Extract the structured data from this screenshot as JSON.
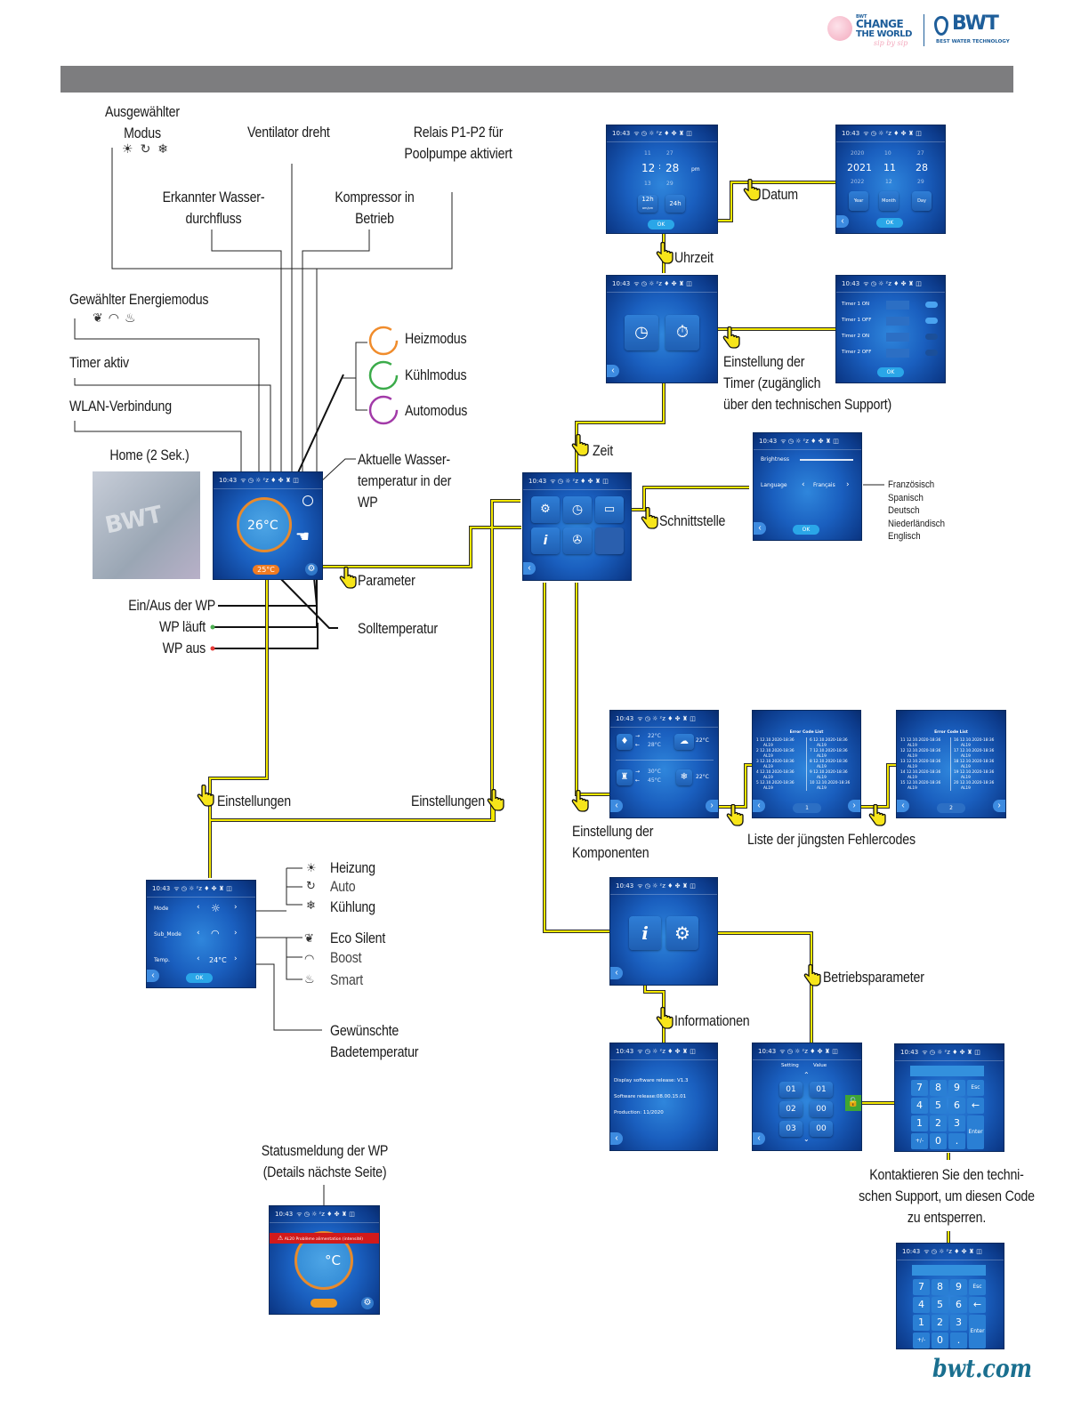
{
  "branding": {
    "campaign": {
      "line1": "CHANGE",
      "line2": "THE WORLD",
      "tagline": "sip by sip",
      "small": "BWT"
    },
    "brand": {
      "name": "BWT",
      "subtitle": "BEST WATER TECHNOLOGY"
    },
    "footer_url": "bwt.com",
    "colors": {
      "brand_blue": "#1e5e9a",
      "campaign_pink": "#f3a9bd",
      "connector_yellow": "#f4e800",
      "header_bar": "#7d7d7f"
    }
  },
  "annotations": {
    "selected_mode": {
      "line1": "Ausgewählter",
      "line2": "Modus"
    },
    "fan_running": "Ventilator dreht",
    "relay": {
      "line1": "Relais P1-P2 für",
      "line2": "Poolpumpe aktiviert"
    },
    "water_flow": {
      "line1": "Erkannter Wasser-",
      "line2": "durchfluss"
    },
    "compressor": {
      "line1": "Kompressor in",
      "line2": "Betrieb"
    },
    "energy_mode": "Gewählter Energiemodus",
    "timer_active": "Timer aktiv",
    "wifi": "WLAN-Verbindung",
    "home": "Home (2 Sek.)",
    "heat_mode": "Heizmodus",
    "cool_mode": "Kühlmodus",
    "auto_mode": "Automodus",
    "current_temp": {
      "line1": "Aktuelle Wasser-",
      "line2": "temperatur in der",
      "line3": "WP"
    },
    "parameter": "Parameter",
    "on_off": "Ein/Aus der WP",
    "running": "WP läuft",
    "off": "WP aus",
    "setpoint": "Solltemperatur",
    "settings_left": "Einstellungen",
    "settings_right": "Einstellungen",
    "time": "Zeit",
    "clock": "Uhrzeit",
    "date": "Datum",
    "timer_setting": {
      "line1": "Einstellung der",
      "line2": "Timer (zugänglich",
      "line3": "über den technischen Support)"
    },
    "interface": "Schnittstelle",
    "languages": [
      "Französisch",
      "Spanisch",
      "Deutsch",
      "Niederländisch",
      "Englisch"
    ],
    "components": {
      "line1": "Einstellung der",
      "line2": "Komponenten"
    },
    "error_list": "Liste der jüngsten Fehlercodes",
    "heating": "Heizung",
    "auto": "Auto",
    "cooling": "Kühlung",
    "eco_silent": "Eco Silent",
    "boost": "Boost",
    "smart": "Smart",
    "desired_temp": {
      "line1": "Gewünschte",
      "line2": "Badetemperatur"
    },
    "operating_params": "Betriebsparameter",
    "information": "Informationen",
    "support": {
      "line1": "Kontaktieren Sie den techni-",
      "line2": "schen Support, um diesen Code",
      "line3": "zu entsperren."
    },
    "status_msg": {
      "line1": "Statusmeldung der WP",
      "line2": "(Details nächste Seite)"
    }
  },
  "screens": {
    "status_time": "10:43",
    "home": {
      "current_temp": "26°C",
      "setpoint": "25°C"
    },
    "clock": {
      "hour_prev": "11",
      "hour": "12",
      "hour_next": "13",
      "min_prev": "27",
      "min": "28",
      "min_next": "29",
      "ampm": "pm",
      "btn_12h": "12h",
      "btn_12h_sub": "am/pm",
      "btn_24h": "24h",
      "ok": "OK"
    },
    "date": {
      "year_prev": "2020",
      "year": "2021",
      "year_next": "2022",
      "month_prev": "10",
      "month": "11",
      "month_next": "12",
      "day_prev": "27",
      "day": "28",
      "day_next": "29",
      "year_btn": "Year",
      "month_btn": "Month",
      "day_btn": "Day",
      "ok": "OK"
    },
    "timers": {
      "rows": [
        {
          "label": "Timer 1 ON",
          "on": true
        },
        {
          "label": "Timer 1 OFF",
          "on": true
        },
        {
          "label": "Timer 2 ON",
          "on": false
        },
        {
          "label": "Timer 2 OFF",
          "on": false
        }
      ],
      "ok": "OK"
    },
    "interface": {
      "brightness": "Brightness",
      "language": "Language",
      "language_value": "Français",
      "ok": "OK"
    },
    "components": {
      "water_in": "22°C",
      "water_out": "28°C",
      "air": "22°C",
      "hp_in": "30°C",
      "hp_out": "45°C",
      "coil": "22°C"
    },
    "errors_p1": {
      "title": "Error Code List",
      "page": "1",
      "entries": [
        {
          "n": "1",
          "date": "12.10.2020-18:36",
          "code": "AL19"
        },
        {
          "n": "2",
          "date": "12.10.2020-18:36",
          "code": "AL19"
        },
        {
          "n": "3",
          "date": "12.10.2020-18:36",
          "code": "AL19"
        },
        {
          "n": "4",
          "date": "12.10.2020-18:36",
          "code": "AL19"
        },
        {
          "n": "5",
          "date": "12.10.2020-18:36",
          "code": "AL19"
        },
        {
          "n": "6",
          "date": "12.10.2020-18:36",
          "code": "AL19"
        },
        {
          "n": "7",
          "date": "12.10.2020-18:36",
          "code": "AL19"
        },
        {
          "n": "8",
          "date": "12.10.2020-18:36",
          "code": "AL19"
        },
        {
          "n": "9",
          "date": "12.10.2020-18:36",
          "code": "AL19"
        },
        {
          "n": "10",
          "date": "12.10.2020-18:36",
          "code": "AL19"
        }
      ]
    },
    "errors_p2": {
      "title": "Error Code List",
      "page": "2",
      "entries": [
        {
          "n": "11",
          "date": "12.10.2020-18:36",
          "code": "AL19"
        },
        {
          "n": "12",
          "date": "12.10.2020-18:36",
          "code": "AL19"
        },
        {
          "n": "13",
          "date": "12.10.2020-18:36",
          "code": "AL19"
        },
        {
          "n": "14",
          "date": "12.10.2020-18:36",
          "code": "AL19"
        },
        {
          "n": "15",
          "date": "12.10.2020-18:36",
          "code": "AL19"
        },
        {
          "n": "16",
          "date": "12.10.2020-18:36",
          "code": "AL19"
        },
        {
          "n": "17",
          "date": "12.10.2020-18:36",
          "code": "AL19"
        },
        {
          "n": "18",
          "date": "12.10.2020-18:36",
          "code": "AL19"
        },
        {
          "n": "19",
          "date": "12.10.2020-18:36",
          "code": "AL19"
        },
        {
          "n": "20",
          "date": "12.10.2020-18:36",
          "code": "AL19"
        }
      ]
    },
    "mode": {
      "mode_label": "Mode",
      "sub_mode_label": "Sub_Mode",
      "temp_label": "Temp.",
      "temp_value": "24°C",
      "ok": "OK"
    },
    "info": {
      "display_sw": "Display software release: V1.3",
      "sw": "Software release:08.00.15.01",
      "production": "Production: 11/2020"
    },
    "params": {
      "col1": "Setting",
      "col2": "Value",
      "rows": [
        {
          "s": "01",
          "v": "01"
        },
        {
          "s": "02",
          "v": "00"
        },
        {
          "s": "03",
          "v": "00"
        }
      ]
    },
    "keypad": {
      "keys": [
        "7",
        "8",
        "9",
        "Esc",
        "4",
        "5",
        "6",
        "←",
        "1",
        "2",
        "3",
        "Enter",
        "+/-",
        "0",
        "."
      ]
    },
    "alarm": {
      "message": "AL20 Problème alimentation (intensité)",
      "unit": "°C"
    }
  }
}
